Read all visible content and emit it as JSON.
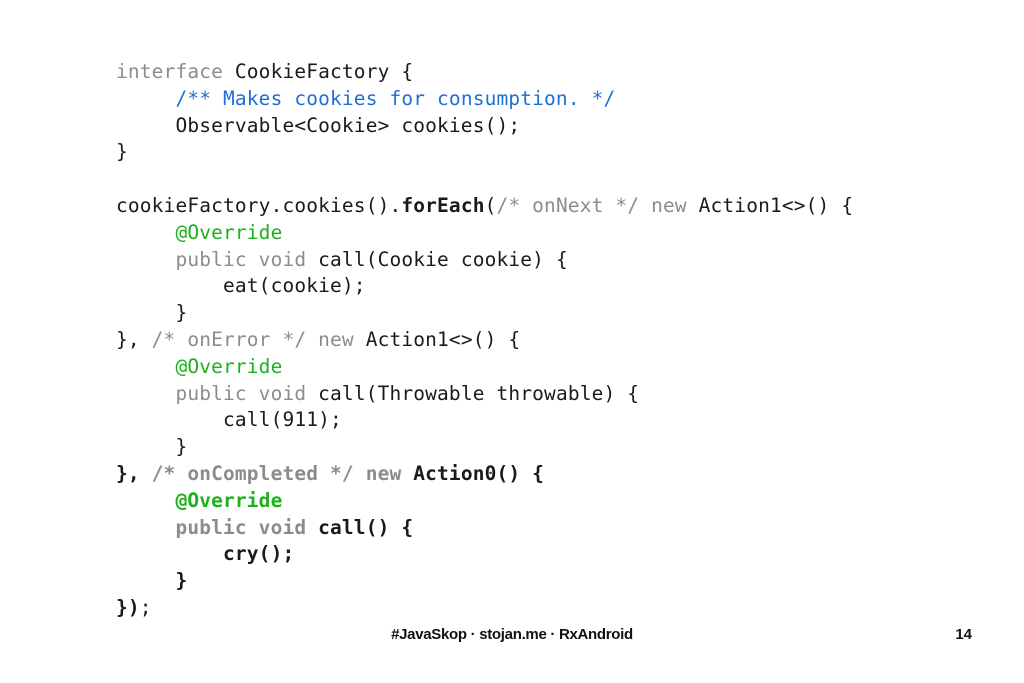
{
  "code_lines": [
    [
      {
        "t": "interface ",
        "c": "kw"
      },
      {
        "t": "CookieFactory {",
        "c": "plain"
      }
    ],
    [
      {
        "t": "     ",
        "c": "plain"
      },
      {
        "t": "/** Makes cookies for consumption. */",
        "c": "doc"
      }
    ],
    [
      {
        "t": "     Observable<Cookie> cookies();",
        "c": "plain"
      }
    ],
    [
      {
        "t": "}",
        "c": "plain"
      }
    ],
    [],
    [
      {
        "t": "cookieFactory.cookies().",
        "c": "plain"
      },
      {
        "t": "forEach",
        "c": "plain",
        "b": true
      },
      {
        "t": "(",
        "c": "plain"
      },
      {
        "t": "/* onNext */ ",
        "c": "cm"
      },
      {
        "t": "new ",
        "c": "kw"
      },
      {
        "t": "Action1<>() {",
        "c": "plain"
      }
    ],
    [
      {
        "t": "     ",
        "c": "plain"
      },
      {
        "t": "@Override",
        "c": "ann"
      }
    ],
    [
      {
        "t": "     ",
        "c": "plain"
      },
      {
        "t": "public void ",
        "c": "kw"
      },
      {
        "t": "call(Cookie cookie) {",
        "c": "plain"
      }
    ],
    [
      {
        "t": "         eat(cookie);",
        "c": "plain"
      }
    ],
    [
      {
        "t": "     }",
        "c": "plain"
      }
    ],
    [
      {
        "t": "}, ",
        "c": "plain"
      },
      {
        "t": "/* onError */ ",
        "c": "cm"
      },
      {
        "t": "new ",
        "c": "kw"
      },
      {
        "t": "Action1<>() {",
        "c": "plain"
      }
    ],
    [
      {
        "t": "     ",
        "c": "plain"
      },
      {
        "t": "@Override",
        "c": "ann"
      }
    ],
    [
      {
        "t": "     ",
        "c": "plain"
      },
      {
        "t": "public void ",
        "c": "kw"
      },
      {
        "t": "call(Throwable throwable) {",
        "c": "plain"
      }
    ],
    [
      {
        "t": "         call(911);",
        "c": "plain"
      }
    ],
    [
      {
        "t": "     }",
        "c": "plain"
      }
    ],
    [
      {
        "t": "}, ",
        "c": "plain",
        "b": true
      },
      {
        "t": "/* onCompleted */ ",
        "c": "cm",
        "b": true
      },
      {
        "t": "new ",
        "c": "kw",
        "b": true
      },
      {
        "t": "Action0() {",
        "c": "plain",
        "b": true
      }
    ],
    [
      {
        "t": "     ",
        "c": "plain"
      },
      {
        "t": "@Override",
        "c": "ann",
        "b": true
      }
    ],
    [
      {
        "t": "     ",
        "c": "plain"
      },
      {
        "t": "public void ",
        "c": "kw",
        "b": true
      },
      {
        "t": "call() {",
        "c": "plain",
        "b": true
      }
    ],
    [
      {
        "t": "         cry();",
        "c": "plain",
        "b": true
      }
    ],
    [
      {
        "t": "     }",
        "c": "plain",
        "b": true
      }
    ],
    [
      {
        "t": "})",
        "c": "plain",
        "b": true
      },
      {
        "t": ";",
        "c": "plain"
      }
    ]
  ],
  "footer": {
    "text": "#JavaSkop · stojan.me · RxAndroid",
    "page_number": "14"
  },
  "colors": {
    "keyword": "#8c8c8c",
    "doc_comment": "#1f6fd6",
    "annotation": "#1db11d",
    "plain": "#1a1a1a"
  }
}
